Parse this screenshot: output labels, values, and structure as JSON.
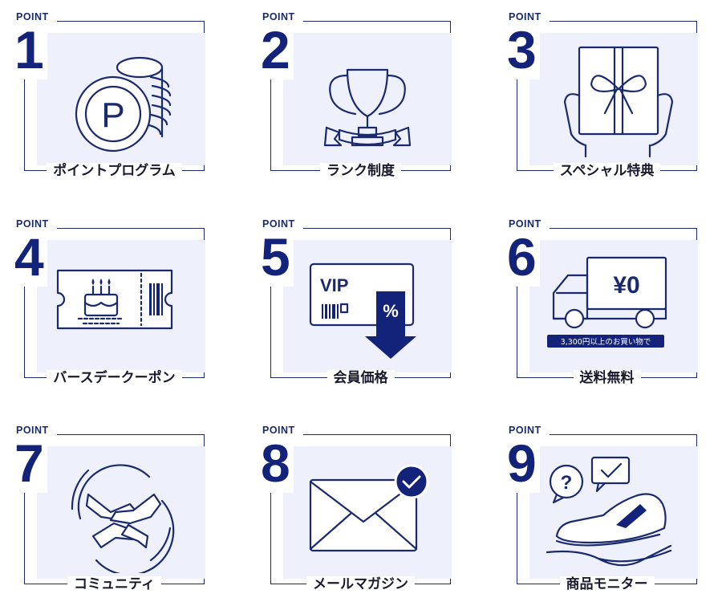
{
  "point_label": "POINT",
  "points": [
    {
      "number": "1",
      "title": "ポイントプログラム",
      "icon": "coins-icon"
    },
    {
      "number": "2",
      "title": "ランク制度",
      "icon": "trophy-icon"
    },
    {
      "number": "3",
      "title": "スペシャル特典",
      "icon": "gift-icon"
    },
    {
      "number": "4",
      "title": "バースデークーポン",
      "icon": "birthday-ticket-icon"
    },
    {
      "number": "5",
      "title": "会員価格",
      "icon": "vip-card-icon"
    },
    {
      "number": "6",
      "title": "送料無料",
      "icon": "truck-icon"
    },
    {
      "number": "7",
      "title": "コミュニティ",
      "icon": "hands-circle-icon"
    },
    {
      "number": "8",
      "title": "メールマガジン",
      "icon": "envelope-icon"
    },
    {
      "number": "9",
      "title": "商品モニター",
      "icon": "shoe-monitor-icon"
    }
  ],
  "icon_text": {
    "coin_symbol": "P",
    "vip": "VIP",
    "percent": "%",
    "price": "¥0",
    "shipping_note": "3,300円以上のお買い物で",
    "question": "?"
  },
  "colors": {
    "navy": "#14237a",
    "panel": "#eef0fb",
    "frame": "#1a2a6c"
  }
}
